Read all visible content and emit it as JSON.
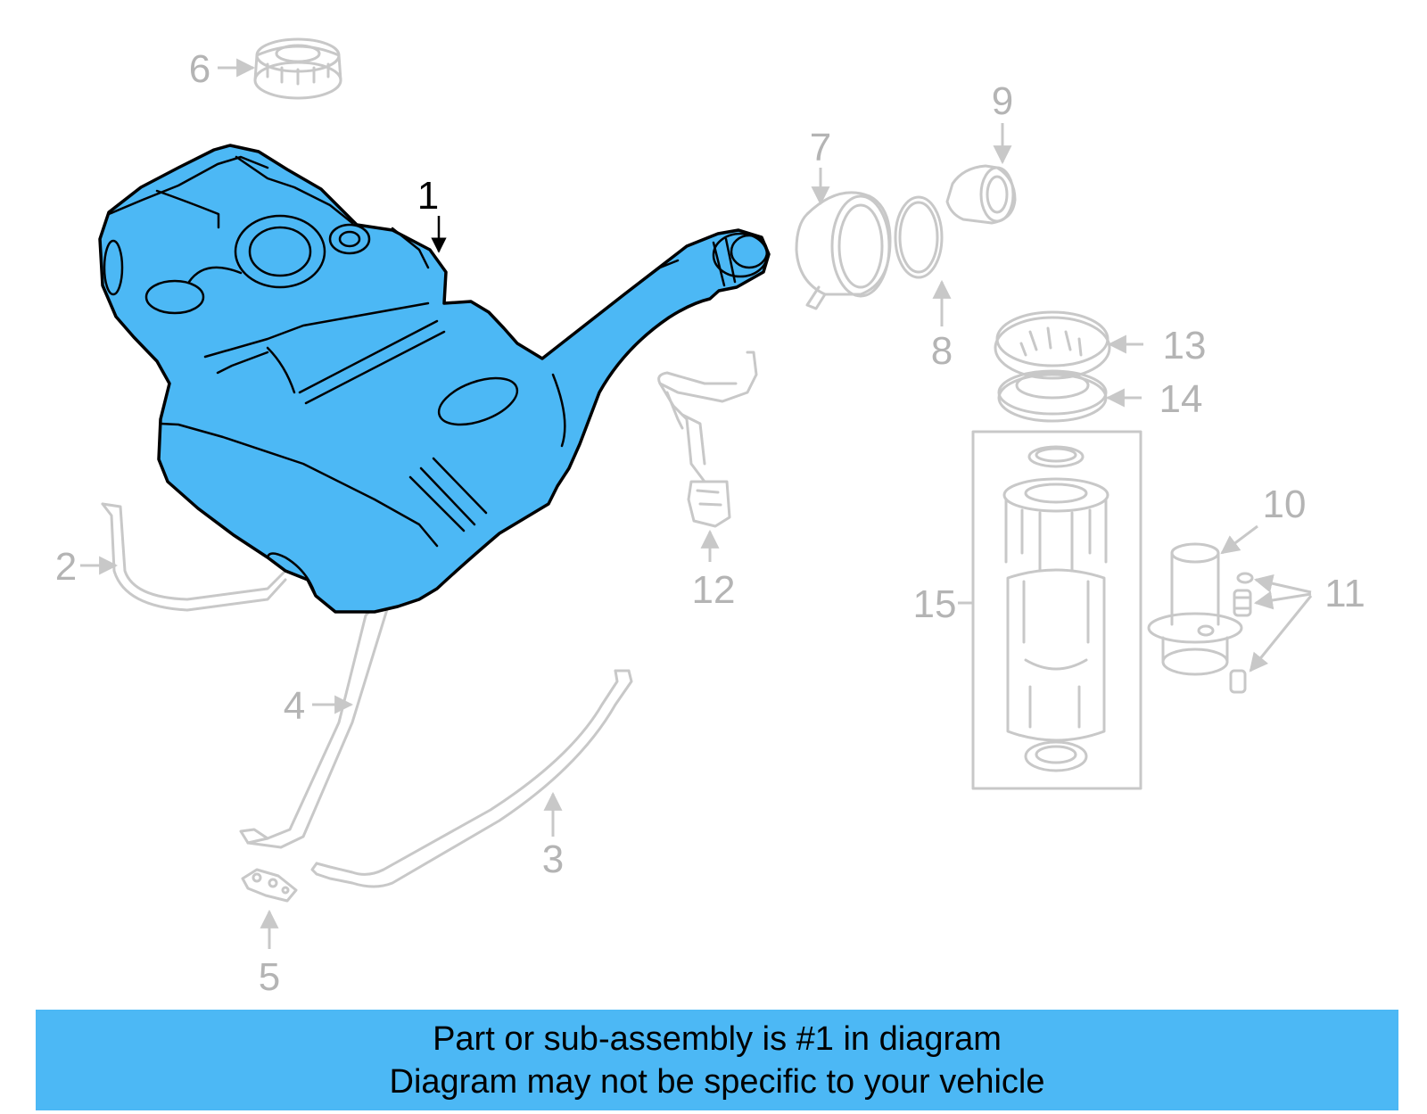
{
  "colors": {
    "highlight": "#4cb8f5",
    "ghost": "#c8c8c8",
    "callout_label": "#b4b4b4",
    "highlight_label": "#000000",
    "banner": "#4cb8f5"
  },
  "diagram": {
    "highlighted_part": "1",
    "callouts": [
      "1",
      "2",
      "3",
      "4",
      "5",
      "6",
      "7",
      "8",
      "9",
      "10",
      "11",
      "12",
      "13",
      "14",
      "15"
    ]
  },
  "banner": {
    "line1": "Part or sub-assembly is #1 in diagram",
    "line2": "Diagram may not be specific to your vehicle"
  }
}
